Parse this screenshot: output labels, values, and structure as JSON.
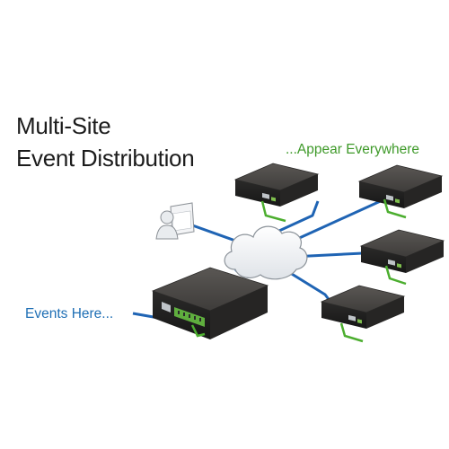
{
  "title": {
    "line1": "Multi-Site",
    "line2": "Event Distribution"
  },
  "labels": {
    "appear": "...Appear Everywhere",
    "events": "Events Here..."
  },
  "colors": {
    "link_blue": "#1f64b4",
    "event_green": "#4cae2f",
    "text_green": "#3f9a2a",
    "text_blue": "#1f6fb5",
    "device_body": "#3c3a38"
  },
  "icons": {
    "cloud": "cloud-icon",
    "user": "user-workstation-icon",
    "device": "event-device-icon"
  }
}
